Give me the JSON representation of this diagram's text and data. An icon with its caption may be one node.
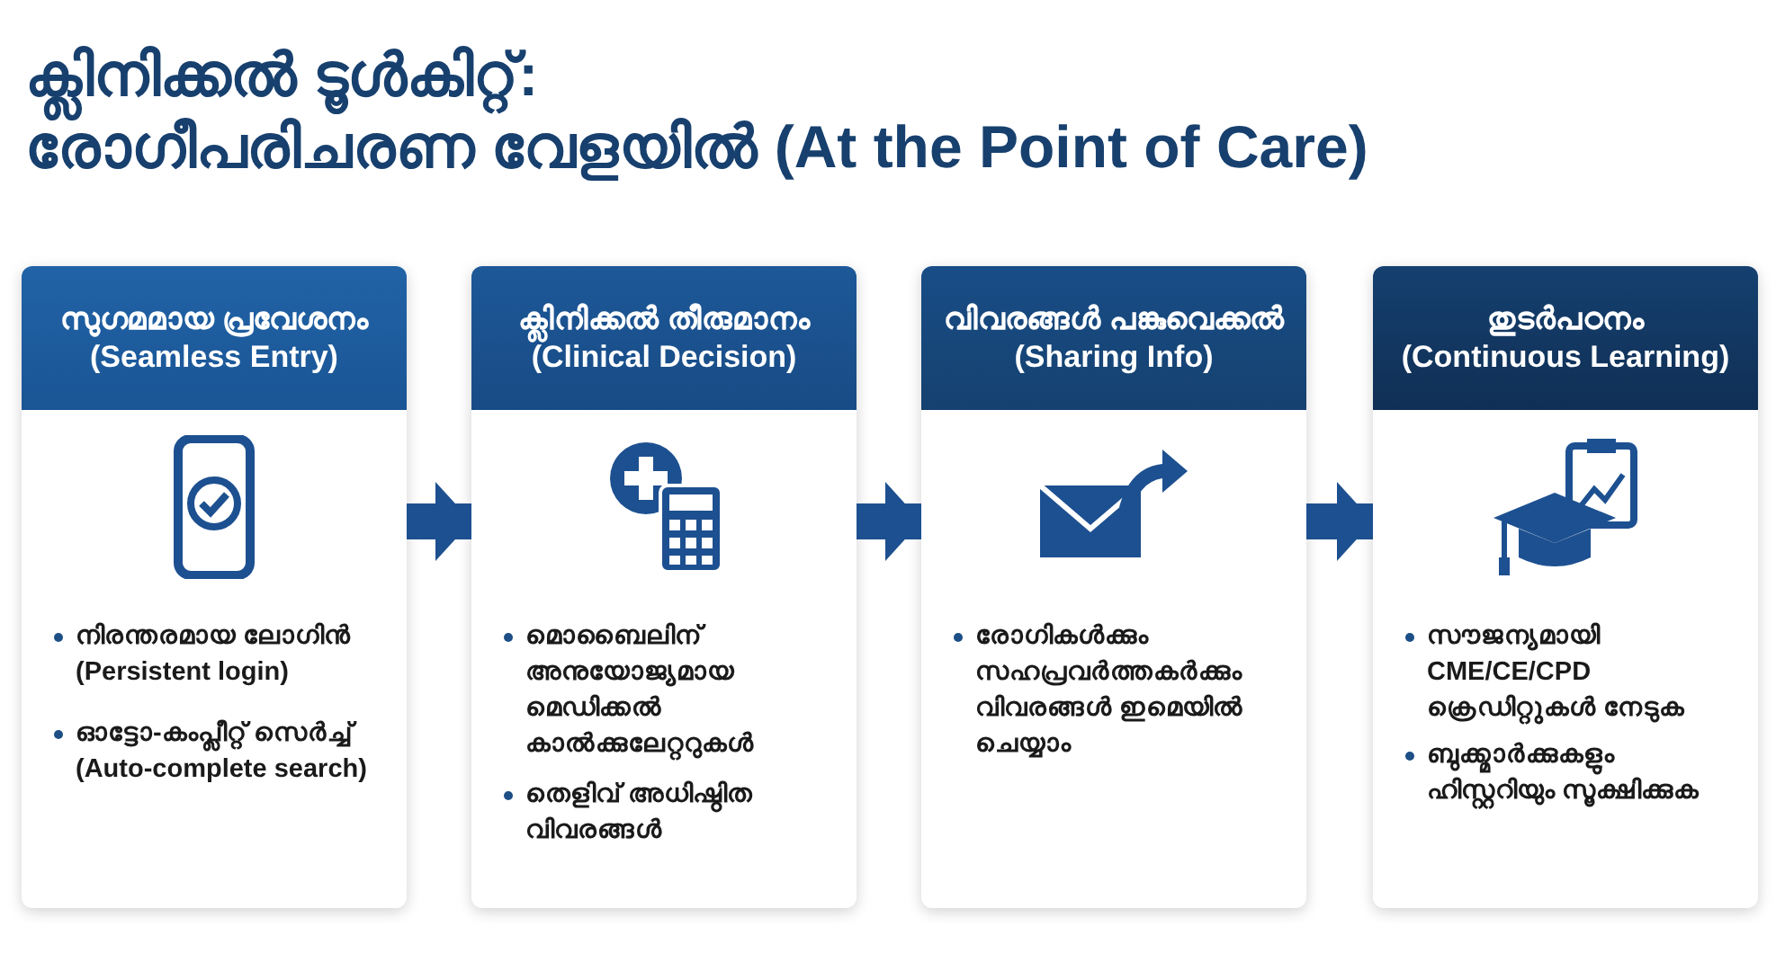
{
  "diagram": {
    "title": "ക്ലിനിക്കൽ ടൂൾകിറ്റ്: രോഗീപരിചരണ വേളയിൽ (At the Point of Care)",
    "nodes": [
      {
        "text": [
          "സുഗമമായ പ്രവേശനം (Seamless Entry)",
          "നിരന്തരമായ ലോഗിൻ (Persistent login)",
          "ഓട്ടോ-കംപ്ലീറ്റ് സെർച്ച് (Auto-complete search)"
        ]
      },
      {
        "text": [
          "ക്ലിനിക്കൽ തീരുമാനം (Clinical Decision)",
          "മൊബൈലിന് അനുയോജ്യമായ മെഡിക്കൽ കാൽക്കുലേറ്ററുകൾ",
          "തെളിവ് അധിഷ്ഠിത വിവരങ്ങൾ"
        ]
      },
      {
        "text": [
          "വിവരങ്ങൾ പങ്കുവെക്കൽ (Sharing Info)",
          "രോഗികൾക്കും സഹപ്രവർത്തകർക്കും വിവരങ്ങൾ ഇമെയിൽ ചെയ്യാം"
        ]
      },
      {
        "text": [
          "തുടർപഠനം (Continuous Learning)",
          "സൗജന്യമായി CME/CE/CPD ക്രെഡിറ്റുകൾ നേടുക",
          "ബുക്ക്മാർക്കുകളും ഹിസ്റ്ററിയും സൂക്ഷിക്കുക"
        ]
      }
    ],
    "edges": [
      {
        "from": 0,
        "to": 1,
        "arrow": "to"
      },
      {
        "from": 1,
        "to": 2,
        "arrow": "to"
      },
      {
        "from": 2,
        "to": 3,
        "arrow": "to"
      }
    ]
  }
}
